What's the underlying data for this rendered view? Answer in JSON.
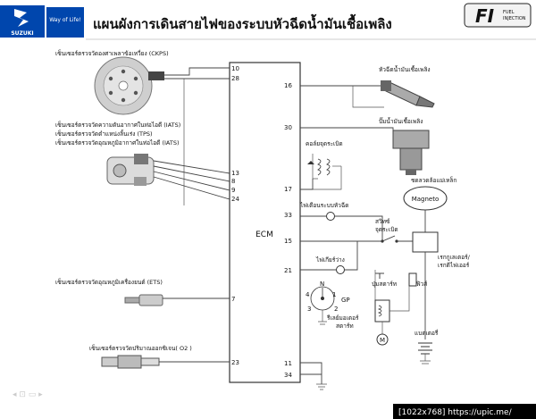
{
  "brand": {
    "name": "SUZUKI",
    "slogan": "Way of Life!",
    "badge": "FI",
    "badge_sub1": "FUEL",
    "badge_sub2": "INJECTION",
    "accent": "#0046ad"
  },
  "title": "แผนผังการเดินสายไฟของระบบหัวฉีดน้ำมันเชื้อเพลิง",
  "ecm_label": "ECM",
  "left_pins": [
    "10",
    "28",
    "13",
    "8",
    "9",
    "24",
    "7",
    "23"
  ],
  "right_pins": [
    "16",
    "30",
    "17",
    "33",
    "15",
    "21",
    "11",
    "34"
  ],
  "sensors": {
    "ckps": "เซ็นเซอร์ตรวจวัดองศาเพลาข้อเหวี่ยง (CKPS)",
    "iats1": "เซ็นเซอร์ตรวจวัดความดันอากาศในท่อไอดี (IATS)",
    "tps": "เซ็นเซอร์ตรวจวัดตำแหน่งลิ้นเร่ง (TPS)",
    "iats2": "เซ็นเซอร์ตรวจวัดอุณหภูมิอากาศในท่อไอดี (IATS)",
    "ets": "เซ็นเซอร์ตรวจวัดอุณหภูมิเครื่องยนต์ (ETS)",
    "o2": "เซ็นเซอร์ตรวจวัดปริมาณออกซิเจน( O2 )"
  },
  "actuators": {
    "injector": "หัวฉีดน้ำมันเชื้อเพลิง",
    "fuel_pump": "ปั๊มน้ำมันเชื้อเพลิง",
    "ignition_coil": "คอล์ยจุดระเบิด",
    "magneto_housing": "ชดลวดล้อแม่เหล็ก",
    "magneto": "Magneto",
    "fi_lamp": "ไฟเตือนระบบหัวฉีด",
    "ign_switch_1": "สวิทซ์",
    "ign_switch_2": "จุดระเบิด",
    "regulator_1": "เรกกูเลเตอร์/",
    "regulator_2": "เรกติไฟเออร์",
    "neutral_lamp": "ไฟเกียร์ว่าง",
    "gp": "GP",
    "gp_n": "N",
    "gp_4": "4",
    "gp_1": "1",
    "gp_2": "2",
    "gp_3": "3",
    "starter_btn": "ปุ่มสตาร์ท",
    "fuse": "ฟิวส์",
    "relay_1": "รีเลย์มอเตอร์",
    "relay_2": "สตาร์ท",
    "battery": "แบตเตอรี่",
    "motor": "M"
  },
  "watermark": "[1022x768] https://upic.me/"
}
